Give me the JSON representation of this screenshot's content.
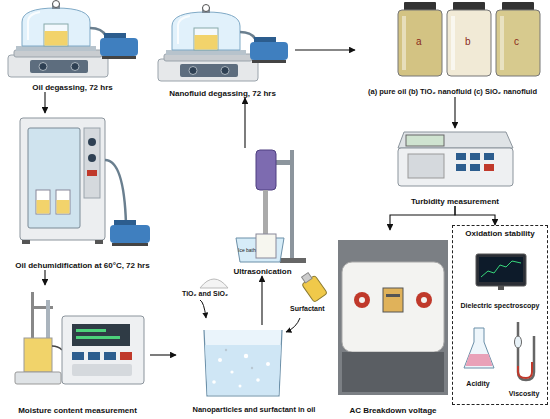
{
  "diagram": {
    "nodes": [
      {
        "text": [
          "Oil degassing, 72 hrs"
        ]
      },
      {
        "text": [
          "Nanofluid degassing, 72 hrs"
        ]
      },
      {
        "text": [
          "(a) pure oil (b) TiO₂ nanofluid (c) SiO₂ nanofluid"
        ]
      },
      {
        "text": [
          "Oil dehumidification at 60°C, 72 hrs"
        ]
      },
      {
        "text": [
          "Ultrasonication"
        ]
      },
      {
        "text": [
          "Turbidity measurement"
        ]
      },
      {
        "text": [
          "Moisture content measurement"
        ]
      },
      {
        "text": [
          "Nanoparticles and surfactant in oil"
        ]
      },
      {
        "text": [
          "AC Breakdown voltage"
        ]
      },
      {
        "text": [
          "Oxidation stability"
        ]
      },
      {
        "text": [
          "Dielectric spectroscopy"
        ],
        "in": 9
      },
      {
        "text": [
          "Acidity"
        ],
        "in": 9
      },
      {
        "text": [
          "Viscosity"
        ],
        "in": 9
      }
    ],
    "edges": [
      {
        "from": 0,
        "to": 3,
        "arrow": "to"
      },
      {
        "from": 3,
        "to": 6,
        "arrow": "to"
      },
      {
        "from": 6,
        "to": 7,
        "arrow": "to"
      },
      {
        "from": 7,
        "to": 4,
        "arrow": "to"
      },
      {
        "from": 4,
        "to": 1,
        "arrow": "to"
      },
      {
        "from": 1,
        "to": 2,
        "arrow": "to"
      },
      {
        "from": 2,
        "to": 5,
        "arrow": "to"
      },
      {
        "from": 5,
        "to": 8,
        "arrow": "to"
      },
      {
        "from": 5,
        "to": 9,
        "arrow": "to"
      }
    ],
    "labels": [
      "a",
      "b",
      "c",
      "Ice bath",
      "TiO₂ and SiO₂",
      "Surfactant"
    ]
  }
}
